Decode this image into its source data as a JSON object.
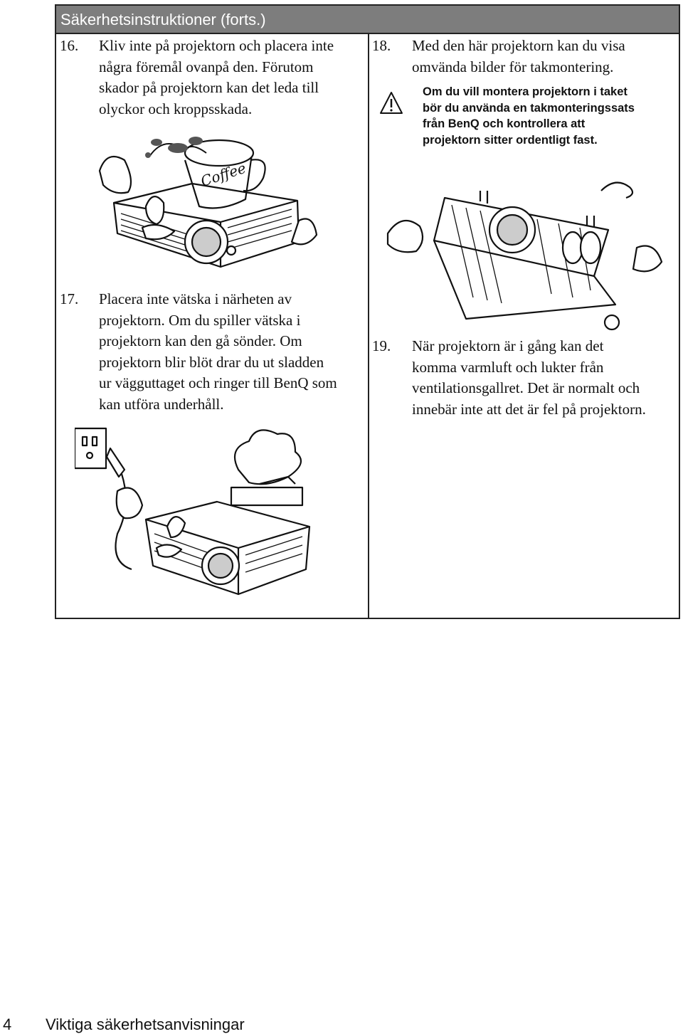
{
  "header": {
    "title": "Säkerhetsinstruktioner (forts.)"
  },
  "items": [
    {
      "number": "16.",
      "text": "Kliv inte på projektorn och placera inte\nnågra föremål ovanpå den. Förutom\nskador på projektorn kan det leda till\nolyckor och kroppsskada."
    },
    {
      "number": "17.",
      "text": "Placera inte vätska i närheten av\nprojektorn. Om du spiller vätska i\nprojektorn kan den gå sönder. Om\nprojektorn blir blöt drar du ut sladden\nur vägguttaget och ringer till BenQ som\nkan utföra underhåll."
    },
    {
      "number": "18.",
      "text": "Med den här projektorn kan du visa\nomvända bilder för takmontering."
    },
    {
      "number": "19.",
      "text": "När projektorn är i gång kan det\nkomma varmluft och lukter från\nventilationsgallret. Det är normalt och\ninnebär inte att det är fel på projektorn."
    }
  ],
  "warning": {
    "icon": "warning-triangle-icon",
    "text": "Om du vill montera projektorn i taket\nbör du använda en takmonteringssats\nfrån BenQ och kontrollera att\nprojektorn sitter ordentligt fast."
  },
  "illustrations": {
    "coffee_label": "Coffee"
  },
  "footer": {
    "page_number": "4",
    "section_title": "Viktiga säkerhetsanvisningar"
  }
}
